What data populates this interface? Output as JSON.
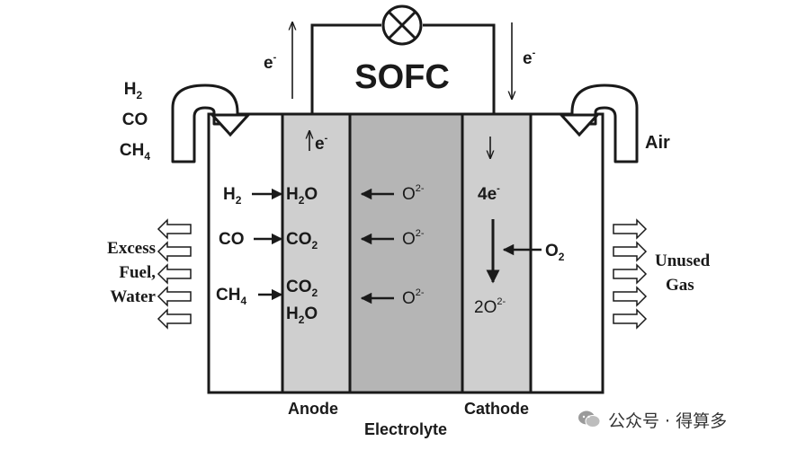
{
  "title": "SOFC",
  "electron_left": "e",
  "electron_right": "e",
  "electron_anode": "e",
  "superscript_minus": "-",
  "fuel_inputs": [
    "H2",
    "CO",
    "CH4"
  ],
  "air_label": "Air",
  "exhaust_left": [
    "Excess",
    "Fuel,",
    "Water"
  ],
  "exhaust_right": [
    "Unused",
    "Gas"
  ],
  "anode_reactions": [
    {
      "reactant": "H2",
      "product": [
        "H2O"
      ]
    },
    {
      "reactant": "CO",
      "product": [
        "CO2"
      ]
    },
    {
      "reactant": "CH4",
      "product": [
        "CO2",
        "H2O"
      ]
    }
  ],
  "oxide_ion": "O",
  "oxide_charge": "2-",
  "cathode_electrons": "4e",
  "cathode_oxygen": "O2",
  "cathode_product": "2O",
  "layer_labels": {
    "anode": "Anode",
    "electrolyte": "Electrolyte",
    "cathode": "Cathode"
  },
  "watermark": "公众号 · 得算多",
  "colors": {
    "line": "#1a1a1a",
    "anode_fill": "#cfcfcf",
    "electrolyte_fill": "#b5b5b5",
    "cathode_fill": "#cfcfcf",
    "chamber_fill": "#ffffff"
  }
}
